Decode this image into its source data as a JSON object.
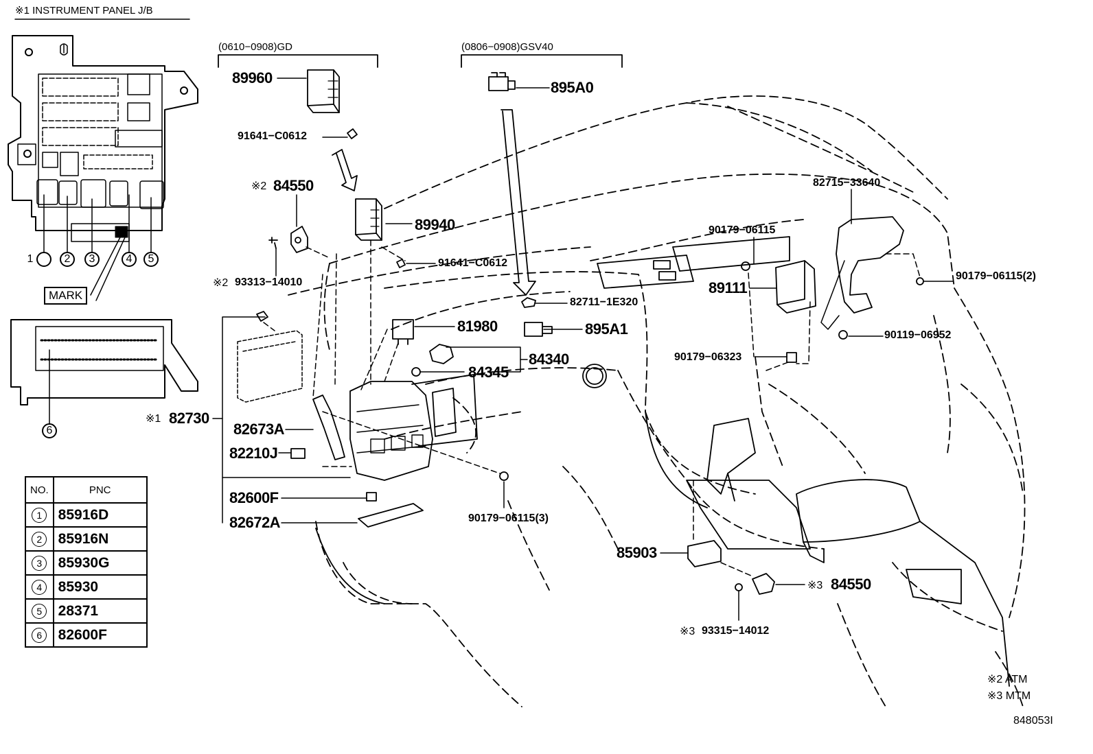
{
  "title": "※1 INSTRUMENT PANEL J/B",
  "variant_gd": "(0610−0908)GD",
  "variant_gsv": "(0806−0908)GSV40",
  "mark_label": "MARK",
  "jb_callouts": [
    "1",
    "2",
    "3",
    "4",
    "5",
    "6"
  ],
  "parts": {
    "p89960": "89960",
    "p91641a": "91641−C0612",
    "p84550a": "84550",
    "p84550a_prefix": "※2",
    "p89940": "89940",
    "p93313": "93313−14010",
    "p93313_prefix": "※2",
    "p91641b": "91641−C0612",
    "p895A0": "895A0",
    "p82711": "82711−1E320",
    "p81980": "81980",
    "p895A1": "895A1",
    "p84340": "84340",
    "p84345": "84345",
    "p82730": "82730",
    "p82730_prefix": "※1",
    "p82673A": "82673A",
    "p82210J": "82210J",
    "p82600F": "82600F",
    "p82672A": "82672A",
    "p90179_3": "90179−06115(3)",
    "p82715": "82715−33640",
    "p90179_06115": "90179−06115",
    "p90179_2": "90179−06115(2)",
    "p89111": "89111",
    "p90119": "90119−06952",
    "p90179_06323": "90179−06323",
    "p85903": "85903",
    "p84550b": "84550",
    "p84550b_prefix": "※3",
    "p93315": "93315−14012",
    "p93315_prefix": "※3"
  },
  "notes": {
    "atm": "※2 ATM",
    "mtm": "※3 MTM"
  },
  "illustration_id": "848053I",
  "table": {
    "headers": [
      "NO.",
      "PNC"
    ],
    "rows": [
      {
        "no": "1",
        "pnc": "85916D"
      },
      {
        "no": "2",
        "pnc": "85916N"
      },
      {
        "no": "3",
        "pnc": "85930G"
      },
      {
        "no": "4",
        "pnc": "85930"
      },
      {
        "no": "5",
        "pnc": "28371"
      },
      {
        "no": "6",
        "pnc": "82600F"
      }
    ]
  }
}
